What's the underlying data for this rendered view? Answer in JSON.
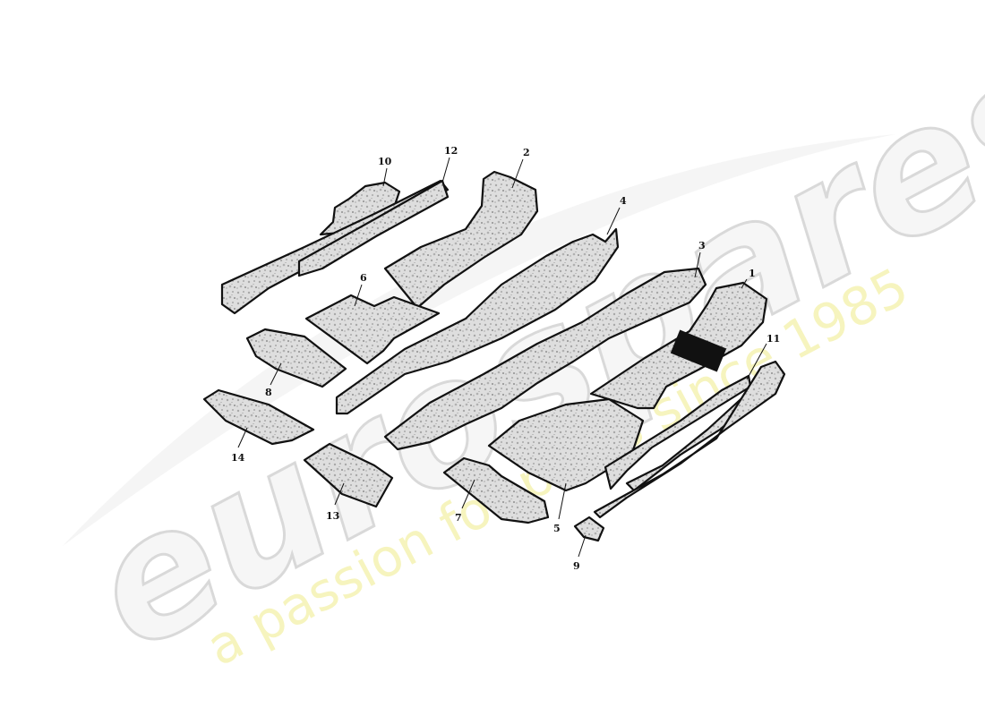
{
  "watermark": {
    "brand": "eurospares",
    "tagline": "a passion for parts since 1985"
  },
  "callouts": [
    {
      "id": "1",
      "label": "1"
    },
    {
      "id": "2",
      "label": "2"
    },
    {
      "id": "3",
      "label": "3"
    },
    {
      "id": "4",
      "label": "4"
    },
    {
      "id": "5",
      "label": "5"
    },
    {
      "id": "6",
      "label": "6"
    },
    {
      "id": "7",
      "label": "7"
    },
    {
      "id": "8",
      "label": "8"
    },
    {
      "id": "9",
      "label": "9"
    },
    {
      "id": "10",
      "label": "10"
    },
    {
      "id": "11",
      "label": "11"
    },
    {
      "id": "12",
      "label": "12"
    },
    {
      "id": "13",
      "label": "13"
    },
    {
      "id": "14",
      "label": "14"
    }
  ],
  "colors": {
    "outline": "#111111",
    "carpet_light": "#e2e2e2",
    "carpet_dark": "#9a9a9a",
    "watermark_grey": "#eeeeee",
    "watermark_yellow": "#f3f0a8"
  }
}
